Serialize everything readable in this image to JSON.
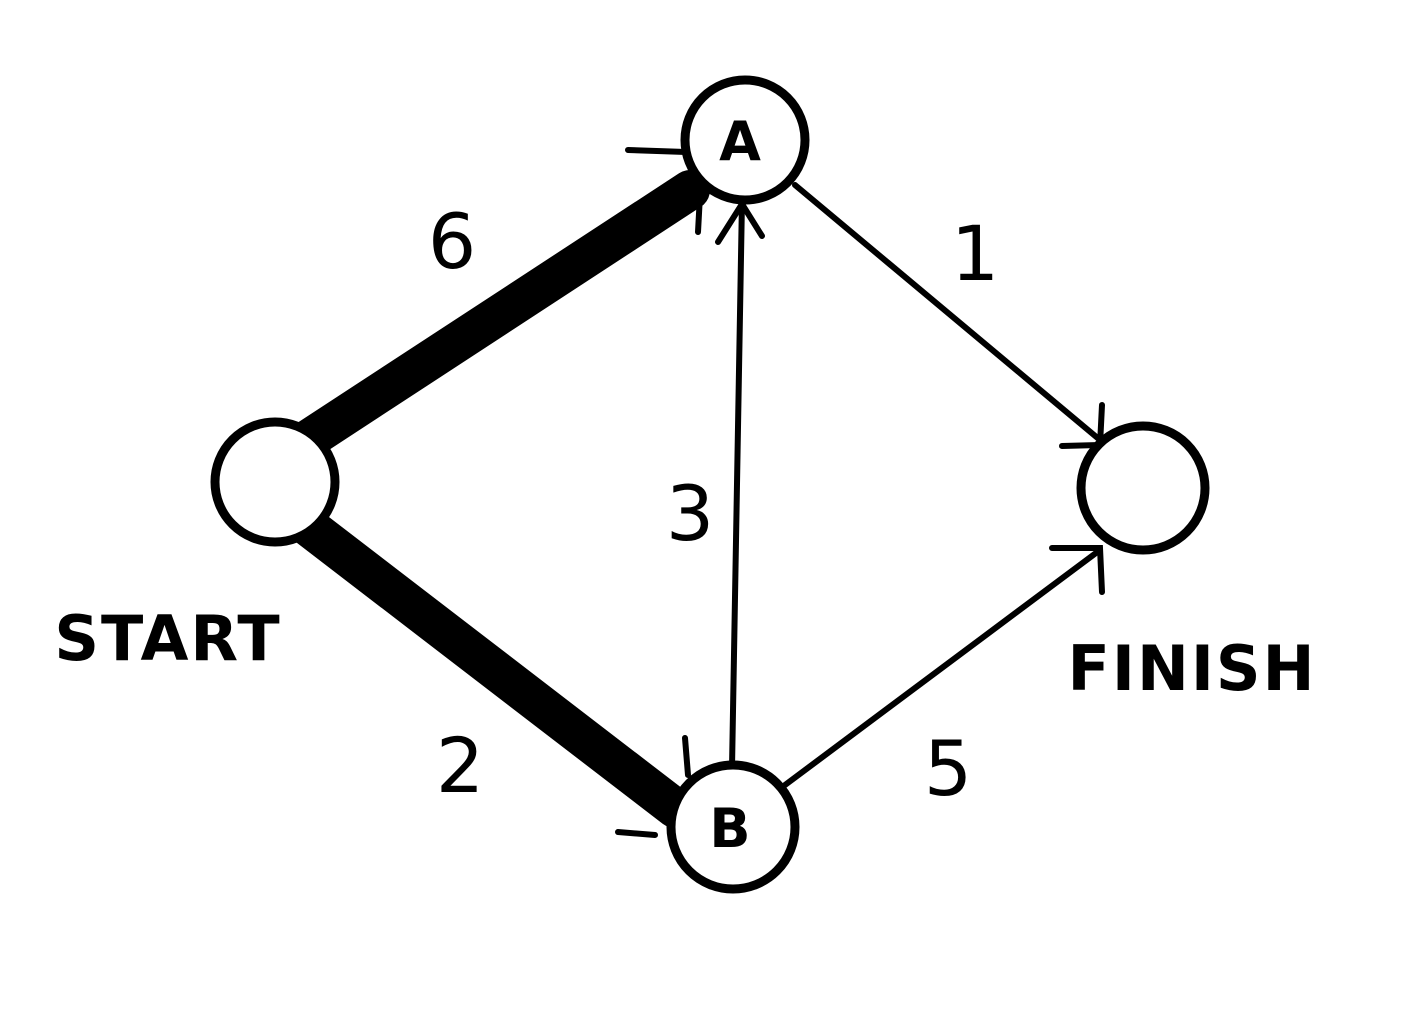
{
  "nodes": {
    "start": {
      "label": "START"
    },
    "a": {
      "label": "A"
    },
    "b": {
      "label": "B"
    },
    "finish": {
      "label": "FINISH"
    }
  },
  "edges": [
    {
      "from": "START",
      "to": "A",
      "weight": "6",
      "emphasized": true
    },
    {
      "from": "START",
      "to": "B",
      "weight": "2",
      "emphasized": true
    },
    {
      "from": "B",
      "to": "A",
      "weight": "3",
      "emphasized": false
    },
    {
      "from": "A",
      "to": "FINISH",
      "weight": "1",
      "emphasized": false
    },
    {
      "from": "B",
      "to": "FINISH",
      "weight": "5",
      "emphasized": false
    }
  ]
}
